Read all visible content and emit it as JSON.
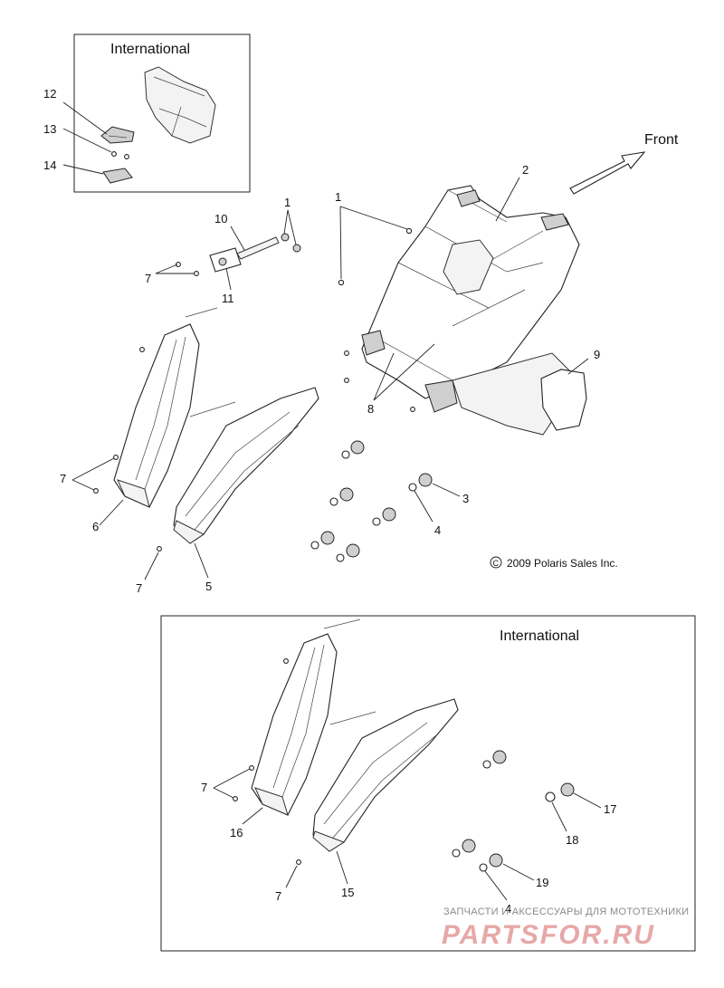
{
  "insets": {
    "top_title": "International",
    "bottom_title": "International"
  },
  "direction": {
    "label": "Front"
  },
  "copyright": "2009 Polaris Sales Inc.",
  "copyright_symbol": "C",
  "callouts": {
    "c1a": "1",
    "c1b": "1",
    "c2": "2",
    "c3": "3",
    "c4": "4",
    "c4b": "4",
    "c5": "5",
    "c6": "6",
    "c7a": "7",
    "c7b": "7",
    "c7c": "7",
    "c7d": "7",
    "c7e": "7",
    "c8": "8",
    "c9": "9",
    "c10": "10",
    "c11": "11",
    "c12": "12",
    "c13": "13",
    "c14": "14",
    "c15": "15",
    "c16": "16",
    "c17": "17",
    "c18": "18",
    "c19": "19"
  },
  "watermark": {
    "tagline": "ЗАПЧАСТИ И АКСЕССУАРЫ ДЛЯ МОТОТЕХНИКИ",
    "logo": "PARTSFOR.RU"
  }
}
